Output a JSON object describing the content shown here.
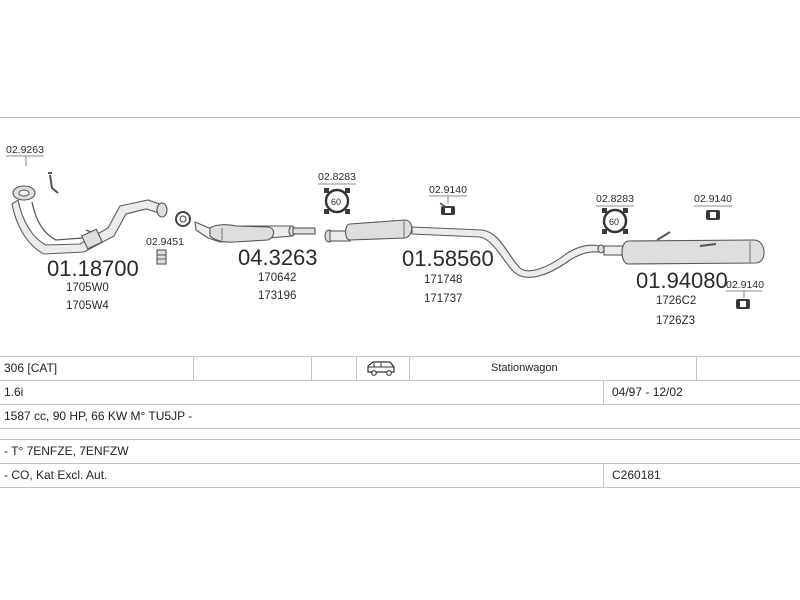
{
  "diagram": {
    "parts": [
      {
        "id": "front_pipe",
        "number": "01.18700",
        "refs": [
          "1705W0",
          "1705W4"
        ]
      },
      {
        "id": "catalyst",
        "number": "04.3263",
        "refs": [
          "170642",
          "173196"
        ]
      },
      {
        "id": "middle_silencer",
        "number": "01.58560",
        "refs": [
          "171748",
          "171737"
        ]
      },
      {
        "id": "rear_silencer",
        "number": "01.94080",
        "refs": [
          "1726C2",
          "1726Z3"
        ]
      }
    ],
    "accessories": [
      {
        "id": "acc_front_bolt",
        "number": "02.9263"
      },
      {
        "id": "acc_gasket",
        "number": "02.9451"
      },
      {
        "id": "acc_clamp_1",
        "number": "02.8283"
      },
      {
        "id": "acc_hanger_1",
        "number": "02.9140"
      },
      {
        "id": "acc_clamp_2",
        "number": "02.8283"
      },
      {
        "id": "acc_hanger_2",
        "number": "02.9140"
      },
      {
        "id": "acc_hanger_3",
        "number": "02.9140"
      }
    ],
    "clamp_badge": "60"
  },
  "vehicle": {
    "model": "306  [CAT]",
    "body_icon": "car-station-wagon-icon",
    "body_type": "Stationwagon",
    "engine": "1.6i",
    "years": "04/97 - 12/02",
    "engine_details": "1587 cc, 90 HP, 66 KW M° TU5JP -",
    "type_codes": "- T° 7ENFZE, 7ENFZW",
    "notes": "- CO, Kat Excl. Aut.",
    "code": "C260181"
  }
}
